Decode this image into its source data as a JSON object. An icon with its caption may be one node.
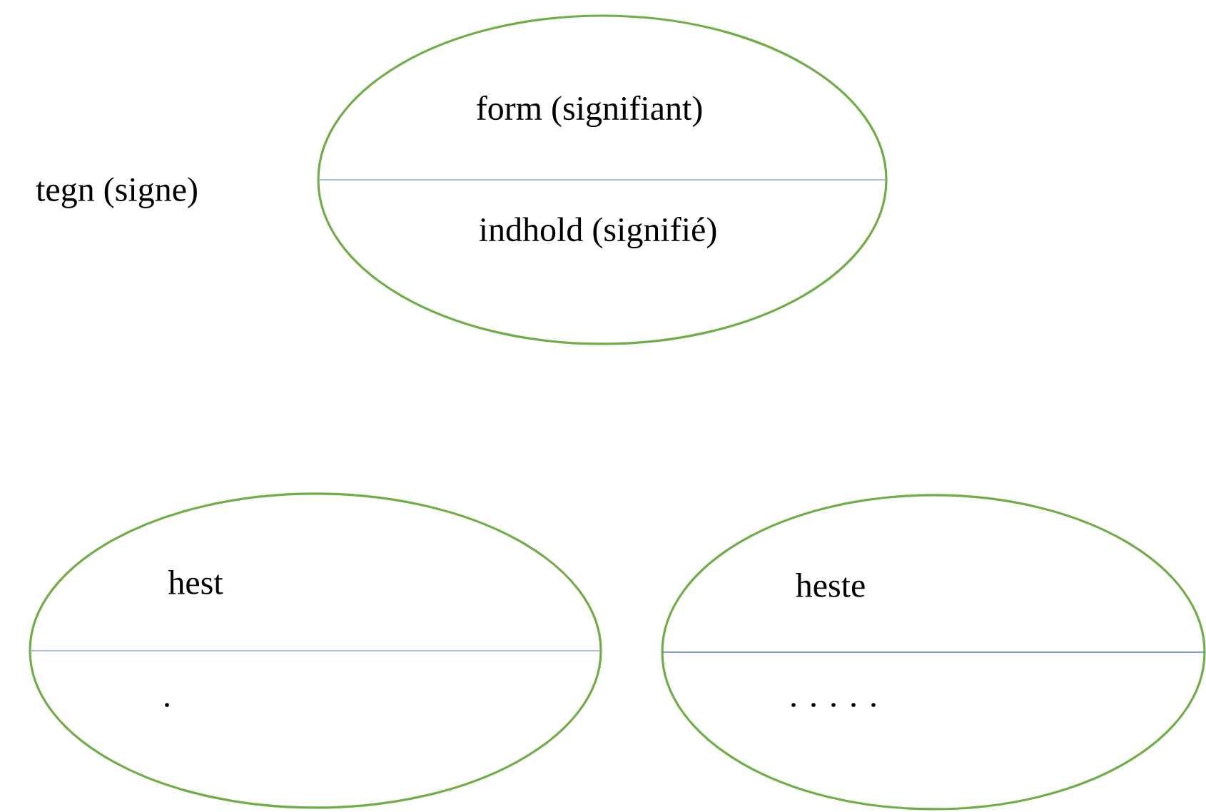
{
  "diagram": {
    "nodes": [
      {
        "text": [
          "form (signifiant)",
          "indhold (signifié)"
        ],
        "beside": [
          "tegn (signe)"
        ]
      },
      {
        "text": [
          "hest",
          "."
        ]
      },
      {
        "text": [
          "heste",
          ". . . . ."
        ]
      }
    ]
  }
}
